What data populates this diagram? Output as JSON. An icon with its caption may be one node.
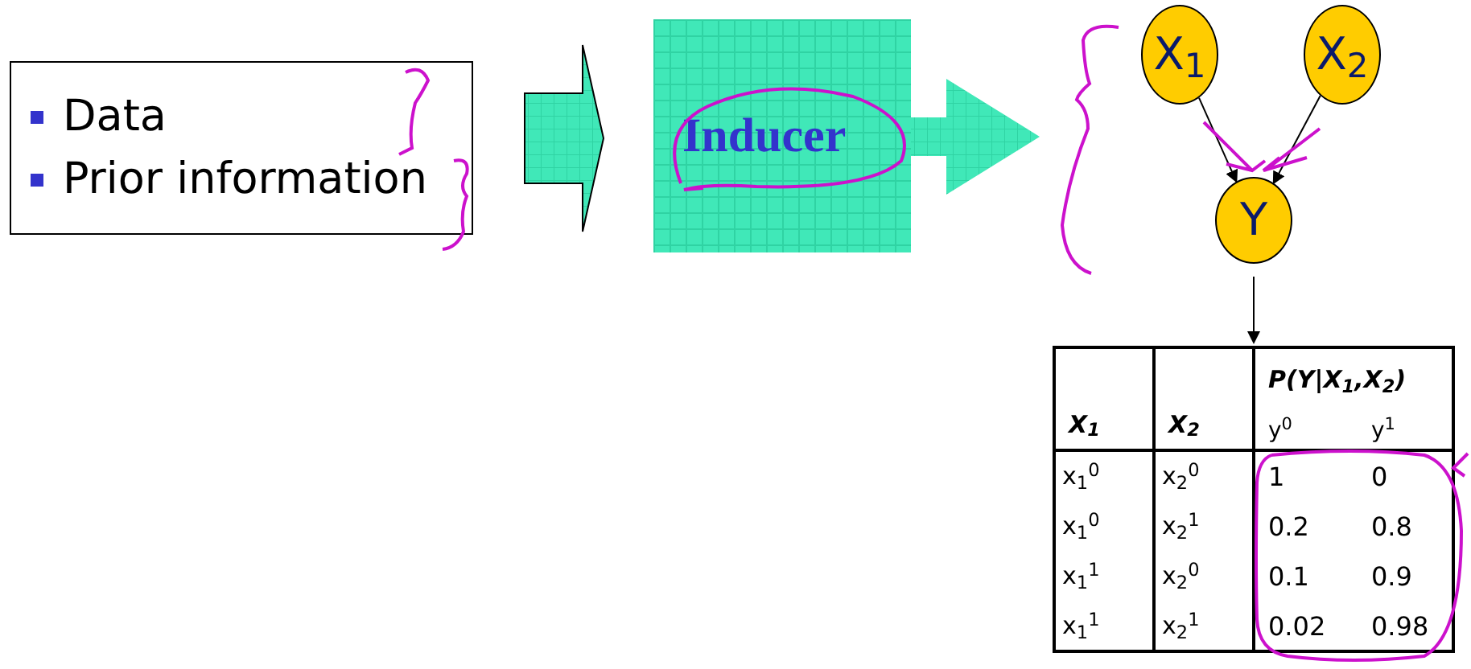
{
  "diagram": {
    "nodes": [
      {
        "text": [
          "Data",
          "Prior information"
        ]
      },
      {
        "text": [
          "Inducer"
        ]
      },
      {
        "text": [
          "X$_{1}$"
        ]
      },
      {
        "text": [
          "X$_{2}$"
        ]
      },
      {
        "text": [
          "Y"
        ]
      },
      {
        "text": [],
        "shape": "table"
      }
    ],
    "edges": [
      {
        "from": 0,
        "to": 1,
        "arrow": "to",
        "style": "thick"
      },
      {
        "from": 1,
        "to": null,
        "arrow": "to",
        "style": "thick"
      },
      {
        "from": 2,
        "to": 4,
        "arrow": "to"
      },
      {
        "from": 3,
        "to": 4,
        "arrow": "to"
      },
      {
        "from": 4,
        "to": 5,
        "arrow": "to"
      }
    ],
    "labels": [
      "P(Y|X$_{1}$,X$_{2}$)",
      "X$_{1}$",
      "X$_{2}$",
      "y$^{0}$",
      "y$^{1}$",
      "x$_{1}$$^{0}$",
      "x$_{2}$$^{0}$",
      "1",
      "0",
      "x$_{1}$$^{0}$",
      "x$_{2}$$^{1}$",
      "0.2",
      "0.8",
      "x$_{1}$$^{1}$",
      "x$_{2}$$^{0}$",
      "0.1",
      "0.9",
      "x$_{1}$$^{1}$",
      "x$_{2}$$^{1}$",
      "0.02",
      "0.98"
    ]
  }
}
